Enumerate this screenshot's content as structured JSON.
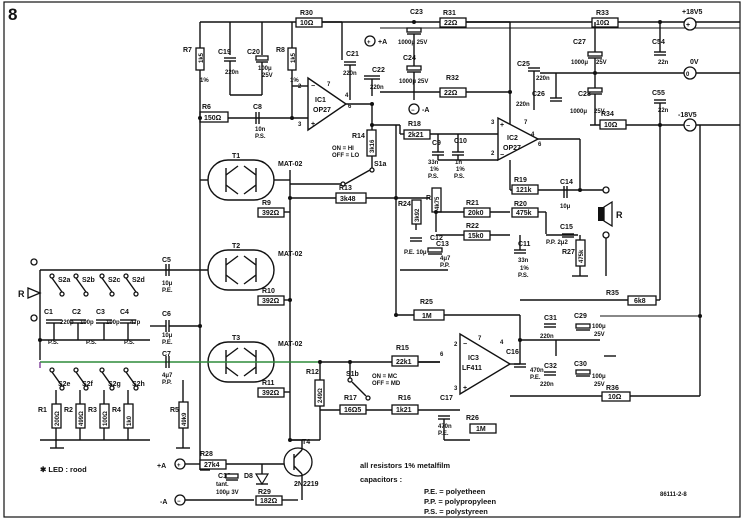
{
  "figure": {
    "number": "8"
  },
  "rails": {
    "pos": "+18V5",
    "zero": "0V",
    "neg": "-18V5"
  },
  "labels": {
    "plusA": "+A",
    "minusA": "-A",
    "input": "R",
    "output": "R",
    "plusA2": "+A",
    "minusA2": "-A"
  },
  "switches": {
    "s1a": {
      "name": "S1a",
      "on": "ON = HI",
      "off": "OFF = LO"
    },
    "s1b": {
      "name": "S1b",
      "on": "ON = MC",
      "off": "OFF = MD"
    },
    "s2a": "S2a",
    "s2b": "S2b",
    "s2c": "S2c",
    "s2d": "S2d",
    "s2e": "S2e",
    "s2f": "S2f",
    "s2g": "S2g",
    "s2h": "S2h"
  },
  "parts": {
    "r7": {
      "name": "R7",
      "value": "1k5",
      "tol": "1%"
    },
    "r8": {
      "name": "R8",
      "value": "1k5",
      "tol": "1%"
    },
    "c19": {
      "name": "C19",
      "value": "220n"
    },
    "c20": {
      "name": "C20",
      "v1": "100μ",
      "v2": "25V"
    },
    "r30": {
      "name": "R30",
      "value": "10Ω"
    },
    "c21": {
      "name": "C21",
      "value": "220n"
    },
    "c22": {
      "name": "C22",
      "value": "220n"
    },
    "c23": {
      "name": "C23",
      "value": "1000μ 25V"
    },
    "c24": {
      "name": "C24",
      "value": "1000μ 25V"
    },
    "r31": {
      "name": "R31",
      "value": "22Ω"
    },
    "r32": {
      "name": "R32",
      "value": "22Ω"
    },
    "r33": {
      "name": "R33",
      "value": "10Ω"
    },
    "r34": {
      "name": "R34",
      "value": "10Ω"
    },
    "c25": {
      "name": "C25",
      "value": "220n"
    },
    "c26": {
      "name": "C26",
      "value": "220n"
    },
    "c27": {
      "name": "C27",
      "value": "1000μ",
      "v2": "25V"
    },
    "c28": {
      "name": "C28",
      "value": "1000μ",
      "v2": "25V"
    },
    "c54": {
      "name": "C54",
      "value": "22n"
    },
    "c55": {
      "name": "C55",
      "value": "22n"
    },
    "ic1": {
      "name": "IC1",
      "type": "OP27"
    },
    "ic2": {
      "name": "IC2",
      "type": "OP27"
    },
    "ic3": {
      "name": "IC3",
      "type": "LF411"
    },
    "r6": {
      "name": "R6",
      "value": "150Ω"
    },
    "c8": {
      "name": "C8",
      "v1": "10n",
      "v2": "P.S."
    },
    "r14": {
      "name": "R14",
      "value": "3k16"
    },
    "r18": {
      "name": "R18",
      "value": "2k21"
    },
    "c9": {
      "name": "C9",
      "v1": "33n",
      "v2": "1%",
      "v3": "P.S."
    },
    "c10": {
      "name": "C10",
      "v1": "1n",
      "v2": "1%",
      "v3": "P.S."
    },
    "r13": {
      "name": "R13",
      "value": "3k48"
    },
    "t1": {
      "name": "T1",
      "type": "MAT-02"
    },
    "t2": {
      "name": "T2",
      "type": "MAT-02"
    },
    "t3": {
      "name": "T3",
      "type": "MAT-02"
    },
    "r9": {
      "name": "R9",
      "value": "392Ω"
    },
    "r10": {
      "name": "R10",
      "value": "392Ω"
    },
    "r11": {
      "name": "R11",
      "value": "392Ω"
    },
    "c1": {
      "name": "C1",
      "value": "220p",
      "type": "P.S."
    },
    "c2": {
      "name": "C2",
      "value": "100p"
    },
    "c3": {
      "name": "C3",
      "value": "100p",
      "type": "P.S."
    },
    "c4": {
      "name": "C4",
      "value": "47p",
      "type": "P.S."
    },
    "c5": {
      "name": "C5",
      "v1": "10μ",
      "v2": "P.E."
    },
    "c6": {
      "name": "C6",
      "v1": "10μ",
      "v2": "P.E."
    },
    "c7": {
      "name": "C7",
      "v1": "4μ7",
      "v2": "P.P."
    },
    "r1": {
      "name": "R1",
      "value": "200Ω"
    },
    "r2": {
      "name": "R2",
      "value": "499Ω"
    },
    "r3": {
      "name": "R3",
      "value": "100Ω"
    },
    "r4": {
      "name": "R4",
      "value": "1k0"
    },
    "r5": {
      "name": "R5",
      "value": "49k9"
    },
    "r12": {
      "name": "R12",
      "value": "249Ω"
    },
    "r15": {
      "name": "R15",
      "value": "22k1"
    },
    "r16": {
      "name": "R16",
      "value": "1k21"
    },
    "r17": {
      "name": "R17",
      "value": "16Ω5"
    },
    "c17": {
      "name": "C17",
      "v1": "470n",
      "v2": "P.E."
    },
    "r26": {
      "name": "R26",
      "value": "1M"
    },
    "c16": {
      "name": "C16",
      "v1": "470n",
      "v2": "P.E."
    },
    "r25": {
      "name": "R25",
      "value": "1M"
    },
    "r35": {
      "name": "R35",
      "value": "6k8"
    },
    "c31": {
      "name": "C31",
      "value": "220n"
    },
    "c29": {
      "name": "C29",
      "v1": "100μ",
      "v2": "25V"
    },
    "c32": {
      "name": "C32",
      "value": "220n"
    },
    "c30": {
      "name": "C30",
      "v1": "100μ",
      "v2": "25V"
    },
    "r36": {
      "name": "R36",
      "value": "10Ω"
    },
    "r24": {
      "name": "R24",
      "value": "3k92"
    },
    "r23": {
      "name": "R23",
      "value": "4k75"
    },
    "c12": {
      "name": "C12",
      "value": "P.E. 10μ"
    },
    "c13": {
      "name": "C13",
      "v1": "4μ7",
      "v2": "P.P."
    },
    "r21": {
      "name": "R21",
      "value": "20k0"
    },
    "r22": {
      "name": "R22",
      "value": "15k0"
    },
    "r19": {
      "name": "R19",
      "value": "121k"
    },
    "r20": {
      "name": "R20",
      "value": "475k"
    },
    "c11": {
      "name": "C11",
      "v1": "33n",
      "v2": "1%",
      "v3": "P.S."
    },
    "c14": {
      "name": "C14",
      "value": "10μ"
    },
    "c15": {
      "name": "C15",
      "value": "P.P. 2μ2"
    },
    "r27": {
      "name": "R27",
      "value": "475k"
    },
    "r28": {
      "name": "R28",
      "value": "27k4"
    },
    "c18": {
      "name": "C18",
      "v1": "tant.",
      "v2": "100μ 3V"
    },
    "d8": {
      "name": "D8"
    },
    "r29": {
      "name": "R29",
      "value": "182Ω"
    },
    "t4": {
      "name": "T4",
      "type": "2N2219"
    }
  },
  "notes": {
    "led": "✱ LED : rood",
    "resistors": "all resistors 1% metalfilm",
    "cap_title": "capacitors :",
    "pe": "P.E. = polyetheen",
    "pp": "P.P. = polypropyleen",
    "ps": "P.S. = polystyreen",
    "ref": "86111-2-8"
  }
}
